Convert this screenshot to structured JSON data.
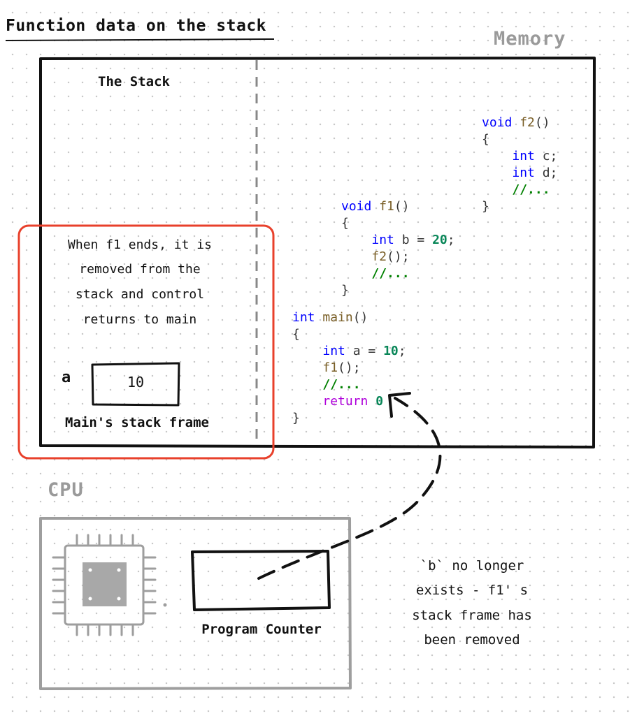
{
  "title": "Function data on the stack",
  "memory_label": "Memory",
  "stack_label": "The Stack",
  "note_lines": [
    "When f1 ends, it is",
    "removed from the",
    "stack and control",
    "returns to main"
  ],
  "stack_frame": {
    "var_name": "a",
    "var_value": "10",
    "label": "Main's stack frame"
  },
  "cpu_label": "CPU",
  "program_counter_label": "Program Counter",
  "note2_lines": [
    "`b` no longer",
    "exists - f1' s",
    "stack frame has",
    "been removed"
  ],
  "code_f2": [
    {
      "tokens": [
        {
          "t": "void",
          "c": "kw"
        },
        {
          "t": " "
        },
        {
          "t": "f2",
          "c": "fn"
        },
        {
          "t": "()"
        }
      ]
    },
    {
      "tokens": [
        {
          "t": "{"
        }
      ]
    },
    {
      "tokens": [
        {
          "t": "    "
        },
        {
          "t": "int",
          "c": "kw"
        },
        {
          "t": " c;"
        }
      ]
    },
    {
      "tokens": [
        {
          "t": "    "
        },
        {
          "t": "int",
          "c": "kw"
        },
        {
          "t": " d;"
        }
      ]
    },
    {
      "tokens": [
        {
          "t": "    "
        },
        {
          "t": "//...",
          "c": "cm"
        }
      ]
    },
    {
      "tokens": [
        {
          "t": "}"
        }
      ]
    }
  ],
  "code_f1": [
    {
      "tokens": [
        {
          "t": "void",
          "c": "kw"
        },
        {
          "t": " "
        },
        {
          "t": "f1",
          "c": "fn"
        },
        {
          "t": "()"
        }
      ]
    },
    {
      "tokens": [
        {
          "t": "{"
        }
      ]
    },
    {
      "tokens": [
        {
          "t": "    "
        },
        {
          "t": "int",
          "c": "kw"
        },
        {
          "t": " b = "
        },
        {
          "t": "20",
          "c": "num"
        },
        {
          "t": ";"
        }
      ]
    },
    {
      "tokens": [
        {
          "t": "    "
        },
        {
          "t": "f2",
          "c": "fn"
        },
        {
          "t": "();"
        }
      ]
    },
    {
      "tokens": [
        {
          "t": "    "
        },
        {
          "t": "//...",
          "c": "cm"
        }
      ]
    },
    {
      "tokens": [
        {
          "t": "}"
        }
      ]
    }
  ],
  "code_main": [
    {
      "tokens": [
        {
          "t": "int",
          "c": "kw"
        },
        {
          "t": " "
        },
        {
          "t": "main",
          "c": "fn"
        },
        {
          "t": "()"
        }
      ]
    },
    {
      "tokens": [
        {
          "t": "{"
        }
      ]
    },
    {
      "tokens": [
        {
          "t": "    "
        },
        {
          "t": "int",
          "c": "kw"
        },
        {
          "t": " a = "
        },
        {
          "t": "10",
          "c": "num"
        },
        {
          "t": ";"
        }
      ]
    },
    {
      "tokens": [
        {
          "t": "    "
        },
        {
          "t": "f1",
          "c": "fn"
        },
        {
          "t": "();"
        }
      ]
    },
    {
      "tokens": [
        {
          "t": "    "
        },
        {
          "t": "//...",
          "c": "cm"
        }
      ]
    },
    {
      "tokens": [
        {
          "t": "    "
        },
        {
          "t": "return",
          "c": "kp"
        },
        {
          "t": " "
        },
        {
          "t": "0",
          "c": "num"
        }
      ]
    },
    {
      "tokens": [
        {
          "t": "}"
        }
      ]
    }
  ],
  "colors": {
    "highlight_border": "#e8402b",
    "cpu_gray": "#9e9e9e",
    "chip_core": "#a8a8a8",
    "ink": "#111111"
  }
}
